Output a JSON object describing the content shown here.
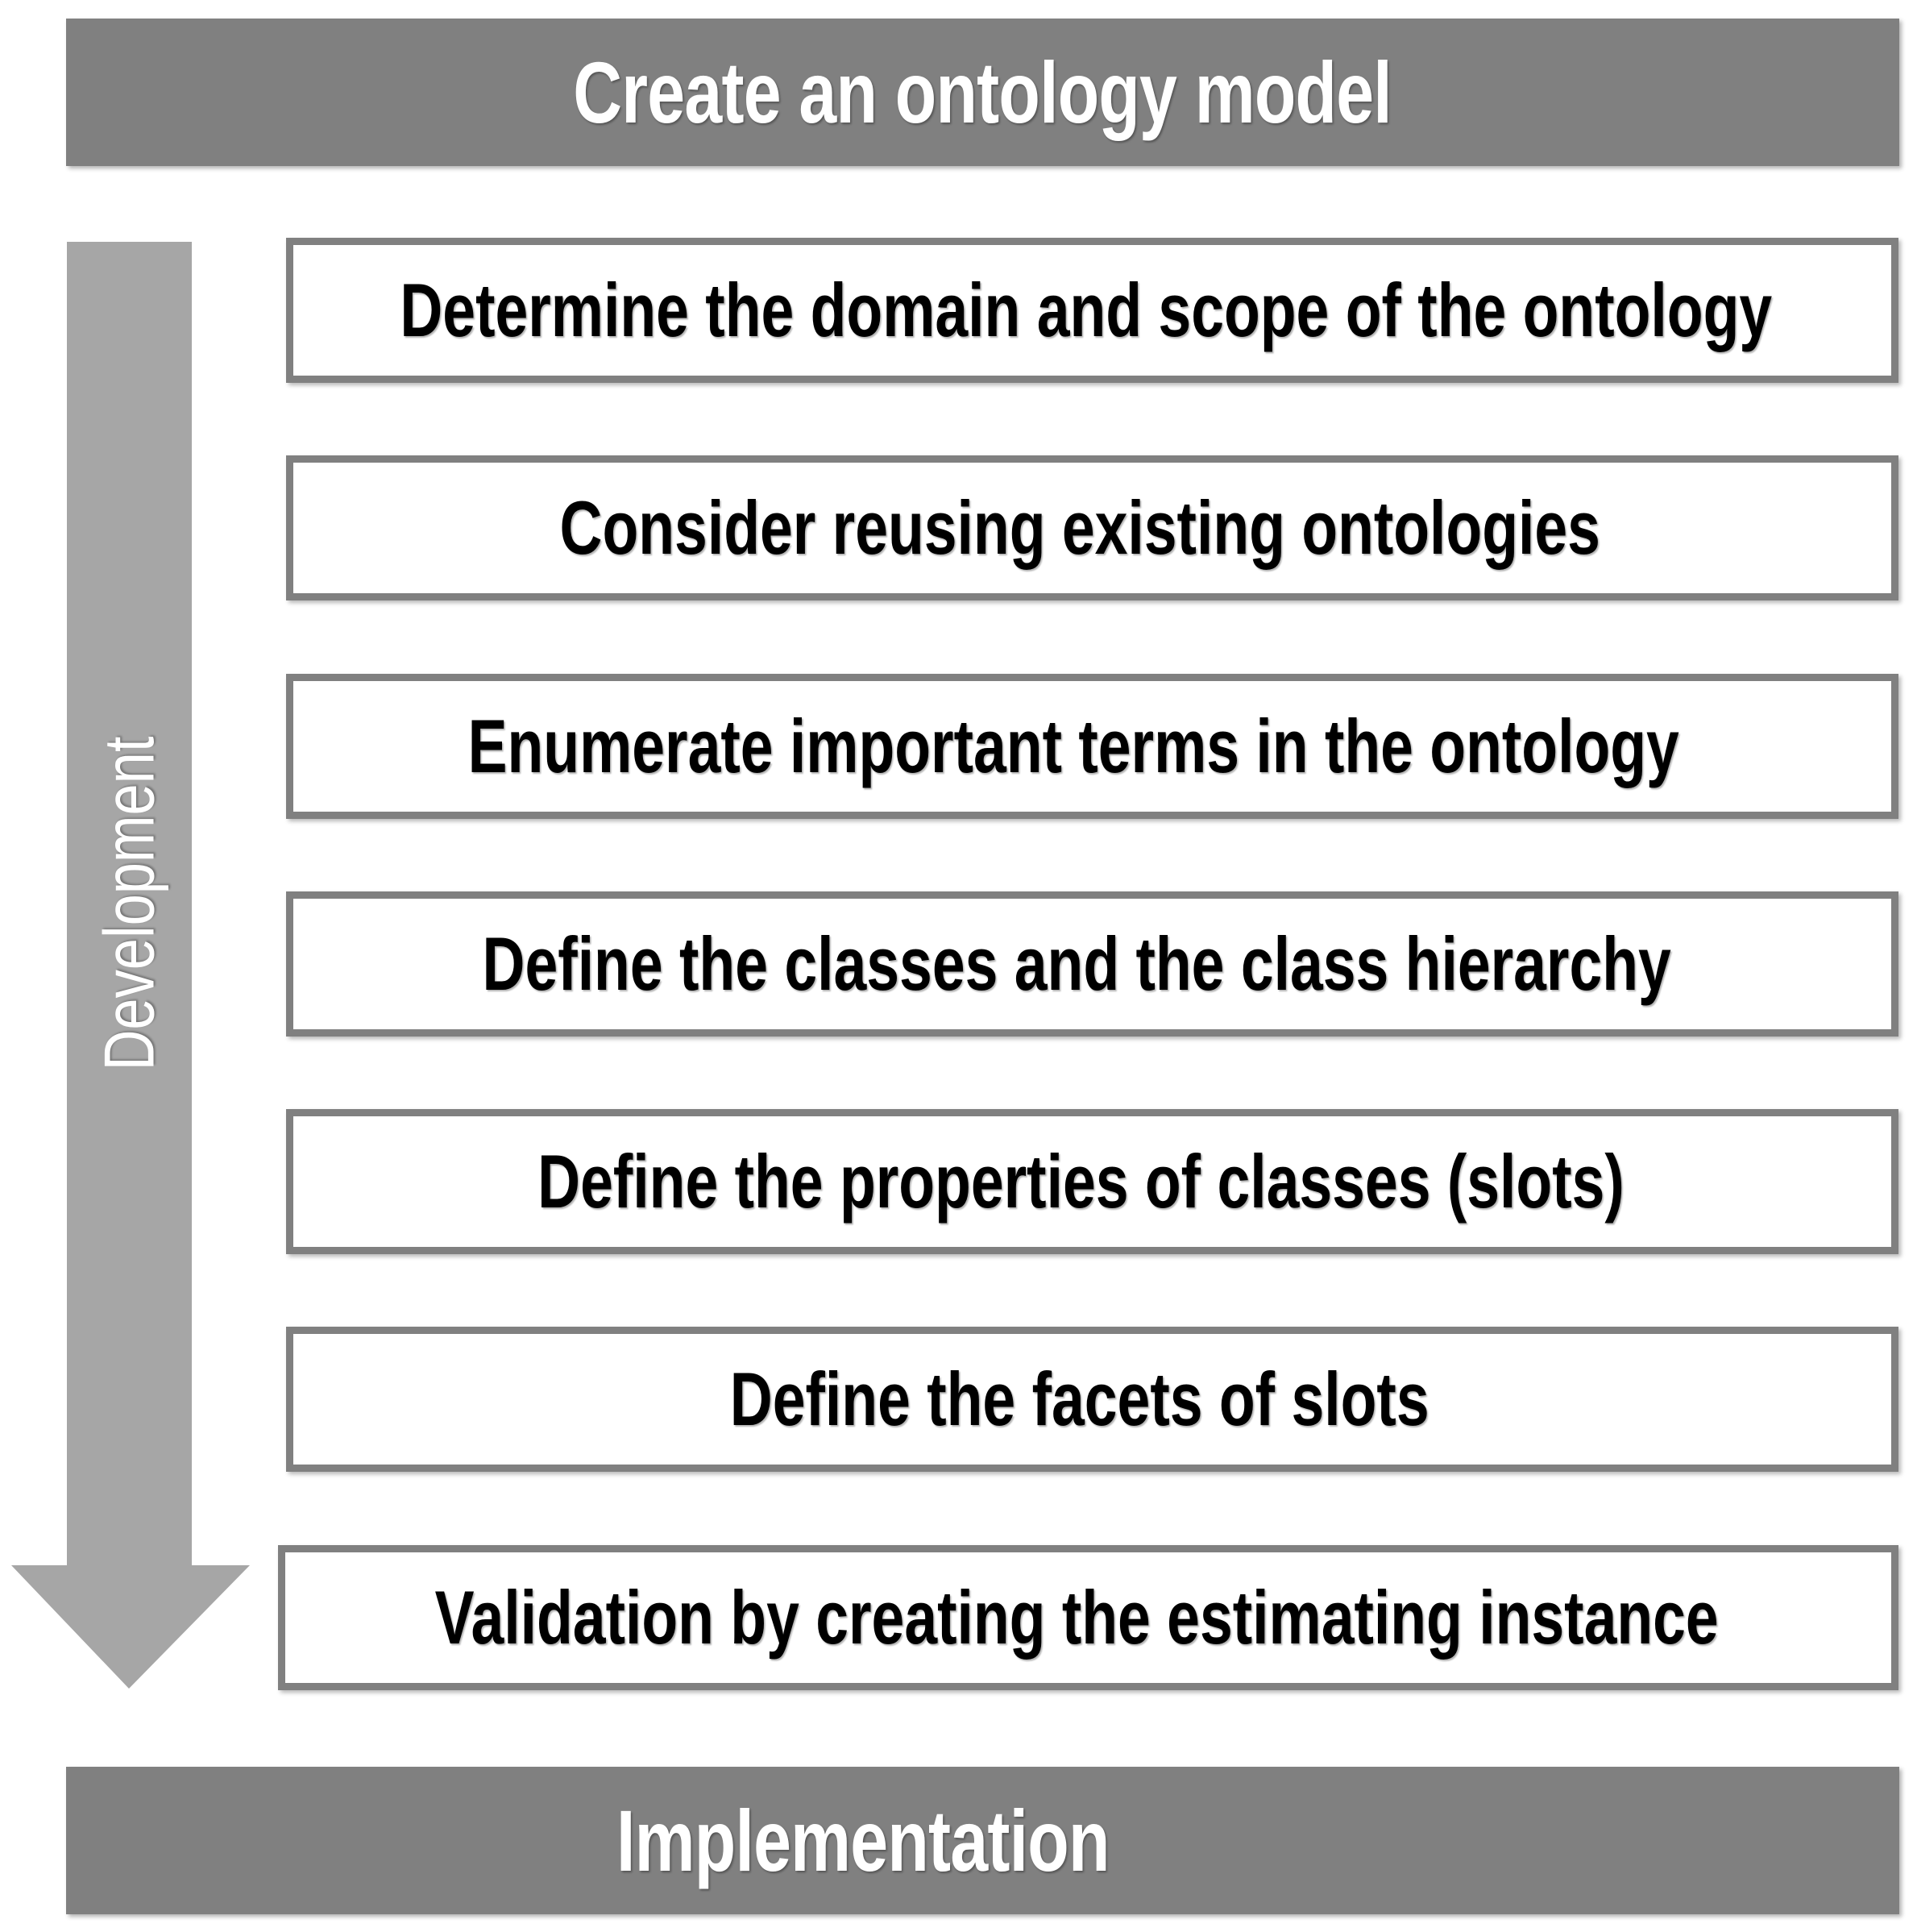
{
  "diagram": {
    "header": {
      "title": "Create an ontology model",
      "background_color": "#808080",
      "text_color": "#FFFFFF"
    },
    "footer": {
      "title": "Implementation",
      "background_color": "#808080",
      "text_color": "#FFFFFF"
    },
    "phase_arrow": {
      "label": "Development",
      "direction": "down",
      "color": "#A6A6A6",
      "text_color": "#FFFFFF"
    },
    "steps": [
      {
        "index": 1,
        "label": "Determine the domain and scope of the ontology"
      },
      {
        "index": 2,
        "label": "Consider reusing existing ontologies"
      },
      {
        "index": 3,
        "label": "Enumerate important terms in the ontology"
      },
      {
        "index": 4,
        "label": "Define the classes and the class hierarchy"
      },
      {
        "index": 5,
        "label": "Define the properties of classes (slots)"
      },
      {
        "index": 6,
        "label": "Define the facets of slots"
      },
      {
        "index": 7,
        "label": "Validation by creating the estimating instance"
      }
    ],
    "style": {
      "box_border_color": "#808080",
      "box_fill_color": "#FFFFFF",
      "box_text_color": "#000000",
      "page_background": "#FFFFFF"
    }
  }
}
